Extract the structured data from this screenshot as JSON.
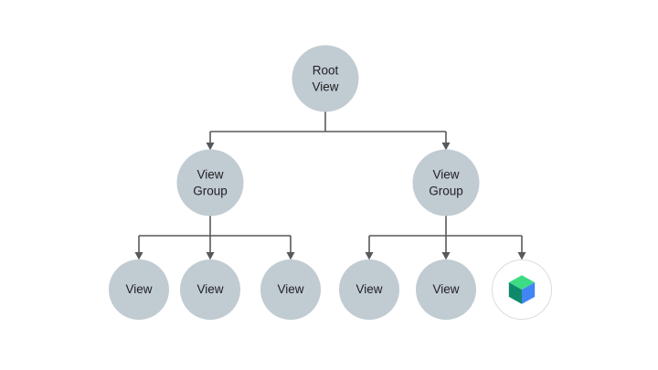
{
  "diagram": {
    "description": "View hierarchy tree",
    "nodes": {
      "root": {
        "label": "Root\nView"
      },
      "group_left": {
        "label": "View\nGroup"
      },
      "group_right": {
        "label": "View\nGroup"
      },
      "view_1": {
        "label": "View"
      },
      "view_2": {
        "label": "View"
      },
      "view_3": {
        "label": "View"
      },
      "view_4": {
        "label": "View"
      },
      "view_5": {
        "label": "View"
      },
      "compose_node": {
        "icon": "jetpack-compose-logo"
      }
    },
    "colors": {
      "node_fill": "#C1CBD2",
      "connector": "#58595B",
      "text": "#202124",
      "compose_circle_border": "#DADCE0",
      "compose_top_face": "#3DDC84",
      "compose_left_face": "#0E8A6B",
      "compose_right_face": "#4285F4"
    }
  }
}
